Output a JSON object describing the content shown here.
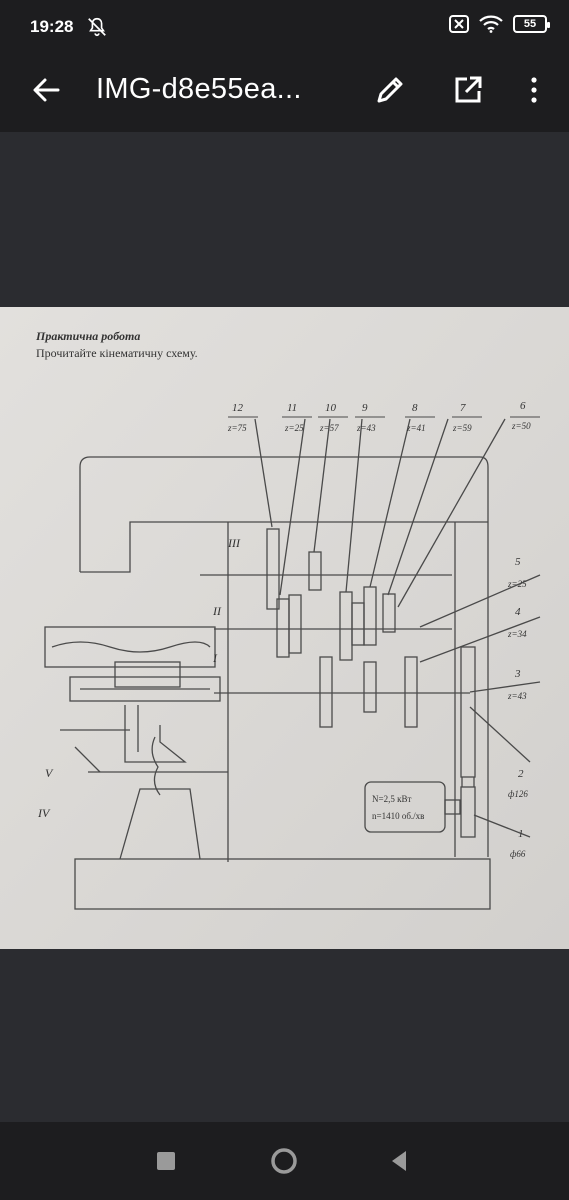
{
  "status_bar": {
    "time": "19:28",
    "battery": "55",
    "icons": [
      "bell-off-icon",
      "sim-x-icon",
      "wifi-icon",
      "battery-icon"
    ]
  },
  "app_bar": {
    "title": "IMG-d8e55ea...",
    "actions": [
      "back-arrow-icon",
      "edit-pencil-icon",
      "open-external-icon",
      "more-vert-icon"
    ]
  },
  "photo": {
    "heading": "Практична робота",
    "instruction": "Прочитайте кінематичну схему.",
    "gear_labels": [
      {
        "num": "12",
        "spec": "z=75"
      },
      {
        "num": "11",
        "spec": "z=25"
      },
      {
        "num": "10",
        "spec": "z=57"
      },
      {
        "num": "9",
        "spec": "z=43"
      },
      {
        "num": "8",
        "spec": "z=41"
      },
      {
        "num": "7",
        "spec": "z=59"
      },
      {
        "num": "6",
        "spec": "z=50"
      }
    ],
    "side_labels": [
      {
        "num": "5",
        "spec": "z=25"
      },
      {
        "num": "4",
        "spec": "z=34"
      },
      {
        "num": "3",
        "spec": "z=43"
      },
      {
        "num": "2",
        "spec": "ф126"
      },
      {
        "num": "1",
        "spec": "ф66"
      }
    ],
    "shaft_labels": [
      "III",
      "II",
      "I",
      "V",
      "IV"
    ],
    "motor_line1": "N=2,5 кВт",
    "motor_line2": "n=1410 об./хв"
  },
  "nav_bar": {
    "buttons": [
      "recents-square-icon",
      "home-circle-icon",
      "back-triangle-icon"
    ]
  }
}
